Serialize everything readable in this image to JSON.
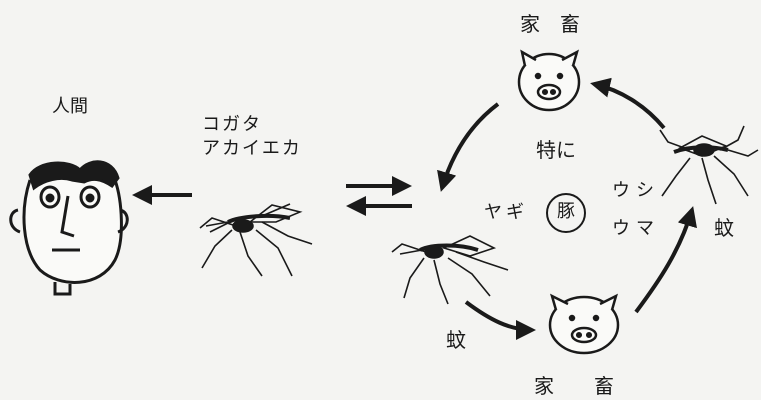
{
  "labels": {
    "human": "人間",
    "mosquito_name_line1": "コガタ",
    "mosquito_name_line2": "アカイエカ",
    "livestock_top": "家　畜",
    "livestock_bottom": "家　　畜",
    "especially": "特に",
    "pig": "豚",
    "goat": "ヤギ",
    "cow": "ウシ",
    "horse": "ウマ",
    "mosquito_left": "蚊",
    "mosquito_right": "蚊"
  }
}
